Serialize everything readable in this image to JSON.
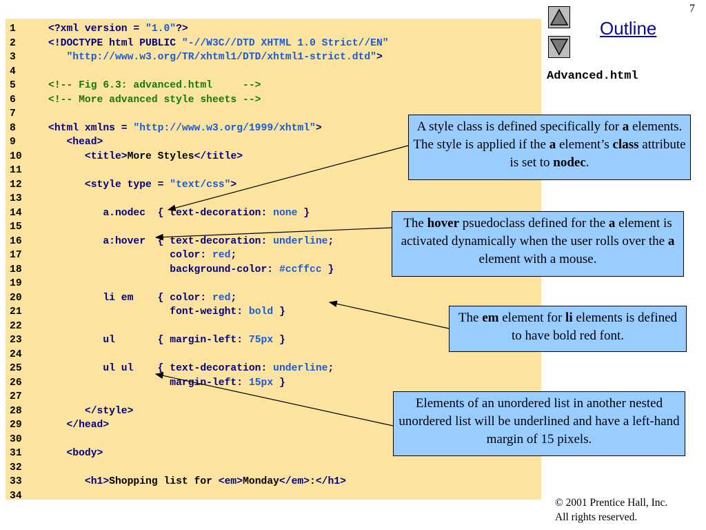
{
  "slide": {
    "page_number": "7",
    "outline_label": "Outline",
    "file_name": "Advanced.html",
    "copyright_line1": "© 2001 Prentice Hall, Inc.",
    "copyright_line2": "All rights reserved."
  },
  "nav": {
    "up_icon": "triangle-up-icon",
    "down_icon": "triangle-down-icon"
  },
  "colors": {
    "code_background": "#fce4a0",
    "callout_background": "#99ccff",
    "tag_color": "#000080",
    "string_color": "#1a5bd6",
    "comment_color": "#117a11"
  },
  "code_lines": [
    {
      "n": "1",
      "segs": [
        [
          "t",
          "<?xml version = "
        ],
        [
          "s",
          "\"1.0\""
        ],
        [
          "t",
          "?>"
        ]
      ]
    },
    {
      "n": "2",
      "segs": [
        [
          "t",
          "<!DOCTYPE html PUBLIC "
        ],
        [
          "s",
          "\"-//W3C//DTD XHTML 1.0 Strict//EN\""
        ]
      ]
    },
    {
      "n": "3",
      "segs": [
        [
          "t",
          "   "
        ],
        [
          "s",
          "\"http://www.w3.org/TR/xhtml1/DTD/xhtml1-strict.dtd\""
        ],
        [
          "t",
          ">"
        ]
      ]
    },
    {
      "n": "4",
      "segs": []
    },
    {
      "n": "5",
      "segs": [
        [
          "c",
          "<!-- Fig 6.3: advanced.html     -->"
        ]
      ]
    },
    {
      "n": "6",
      "segs": [
        [
          "c",
          "<!-- More advanced style sheets -->"
        ]
      ]
    },
    {
      "n": "7",
      "segs": []
    },
    {
      "n": "8",
      "segs": [
        [
          "t",
          "<html xmlns = "
        ],
        [
          "s",
          "\"http://www.w3.org/1999/xhtml\""
        ],
        [
          "t",
          ">"
        ]
      ]
    },
    {
      "n": "9",
      "segs": [
        [
          "t",
          "   <head>"
        ]
      ]
    },
    {
      "n": "10",
      "segs": [
        [
          "t",
          "      <title>"
        ],
        [
          "p",
          "More Styles"
        ],
        [
          "t",
          "</title>"
        ]
      ]
    },
    {
      "n": "11",
      "segs": []
    },
    {
      "n": "12",
      "segs": [
        [
          "t",
          "      <style type = "
        ],
        [
          "s",
          "\"text/css\""
        ],
        [
          "t",
          ">"
        ]
      ]
    },
    {
      "n": "13",
      "segs": []
    },
    {
      "n": "14",
      "segs": [
        [
          "t",
          "         a.nodec  { text-decoration: "
        ],
        [
          "s",
          "none"
        ],
        [
          "t",
          " }"
        ]
      ]
    },
    {
      "n": "15",
      "segs": []
    },
    {
      "n": "16",
      "segs": [
        [
          "t",
          "         a:hover  { text-decoration: "
        ],
        [
          "s",
          "underline"
        ],
        [
          "t",
          ";"
        ]
      ]
    },
    {
      "n": "17",
      "segs": [
        [
          "t",
          "                    color: "
        ],
        [
          "s",
          "red"
        ],
        [
          "t",
          ";"
        ]
      ]
    },
    {
      "n": "18",
      "segs": [
        [
          "t",
          "                    background-color: "
        ],
        [
          "s",
          "#ccffcc"
        ],
        [
          "t",
          " }"
        ]
      ]
    },
    {
      "n": "19",
      "segs": []
    },
    {
      "n": "20",
      "segs": [
        [
          "t",
          "         li em    { color: "
        ],
        [
          "s",
          "red"
        ],
        [
          "t",
          ";"
        ]
      ]
    },
    {
      "n": "21",
      "segs": [
        [
          "t",
          "                    font-weight: "
        ],
        [
          "s",
          "bold"
        ],
        [
          "t",
          " }"
        ]
      ]
    },
    {
      "n": "22",
      "segs": []
    },
    {
      "n": "23",
      "segs": [
        [
          "t",
          "         ul       { margin-left: "
        ],
        [
          "s",
          "75px"
        ],
        [
          "t",
          " }"
        ]
      ]
    },
    {
      "n": "24",
      "segs": []
    },
    {
      "n": "25",
      "segs": [
        [
          "t",
          "         ul ul    { text-decoration: "
        ],
        [
          "s",
          "underline"
        ],
        [
          "t",
          ";"
        ]
      ]
    },
    {
      "n": "26",
      "segs": [
        [
          "t",
          "                    margin-left: "
        ],
        [
          "s",
          "15px"
        ],
        [
          "t",
          " }"
        ]
      ]
    },
    {
      "n": "27",
      "segs": []
    },
    {
      "n": "28",
      "segs": [
        [
          "t",
          "      </style>"
        ]
      ]
    },
    {
      "n": "29",
      "segs": [
        [
          "t",
          "   </head>"
        ]
      ]
    },
    {
      "n": "30",
      "segs": []
    },
    {
      "n": "31",
      "segs": [
        [
          "t",
          "   <body>"
        ]
      ]
    },
    {
      "n": "32",
      "segs": []
    },
    {
      "n": "33",
      "segs": [
        [
          "t",
          "      <h1>"
        ],
        [
          "p",
          "Shopping list for "
        ],
        [
          "t",
          "<em>"
        ],
        [
          "p",
          "Monday"
        ],
        [
          "t",
          "</em>"
        ],
        [
          "p",
          ":"
        ],
        [
          "t",
          "</h1>"
        ]
      ]
    },
    {
      "n": "34",
      "segs": []
    }
  ],
  "callouts": {
    "nodec": {
      "p1": "A style class is defined specifically for ",
      "b1": "a",
      "p2": " elements. The style is applied if the ",
      "b2": "a",
      "p3": " element’s ",
      "b3": "class",
      "p4": " attribute is set to ",
      "b4": "nodec",
      "p5": "."
    },
    "hover": {
      "p1": "The ",
      "b1": "hover",
      "p2": " psuedoclass defined for the ",
      "b2": "a",
      "p3": " element is activated dynamically when the user rolls over the ",
      "b3": "a",
      "p4": " element with a mouse."
    },
    "em": {
      "p1": "The ",
      "b1": "em",
      "p2": " element for ",
      "b2": "li",
      "p3": " elements is defined to have bold red font."
    },
    "ulul": {
      "text": "Elements of an unordered list in another nested unordered list will be underlined and have a left-hand margin of 15 pixels."
    }
  }
}
